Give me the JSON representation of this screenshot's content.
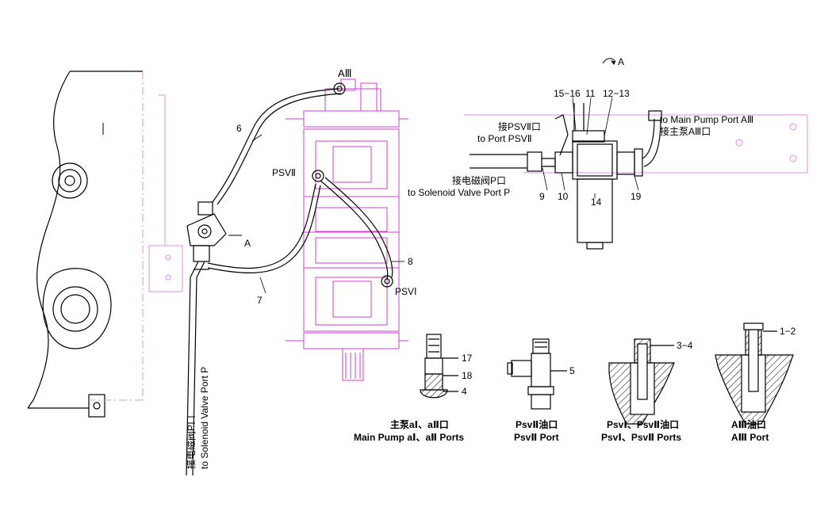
{
  "colors": {
    "pump": "#d63cd6",
    "frame": "#e68ce6",
    "line": "#000000",
    "background": "#ffffff"
  },
  "labels": {
    "port_a3_top": "AⅢ",
    "n6": "6",
    "psv2": "PSVⅡ",
    "view_a": "A",
    "n7": "7",
    "n8": "8",
    "psv1": "PSVⅠ",
    "solenoid_vertical_cn": "接电磁阀P口",
    "solenoid_vertical_en": "to Solenoid Valve Port P",
    "view_a_arrow": "A",
    "n15_16": "15−16",
    "n11": "11",
    "n12_13": "12−13",
    "to_main_pump_en": "to Main Pump Port AⅢ",
    "to_main_pump_cn": "接主泵AⅢ口",
    "to_psv2_cn": "接PSVⅡ口",
    "to_psv2_en": "to Port PSVⅡ",
    "to_solenoid_cn": "接电磁阀P口",
    "to_solenoid_en": "to Solenoid Valve Port P",
    "n9": "9",
    "n10": "10",
    "n14": "14",
    "n19": "19",
    "n17": "17",
    "n18": "18",
    "n4": "4",
    "main_pump_cn": "主泵aⅠ、aⅡ口",
    "main_pump_en": "Main Pump aⅠ、aⅡ Ports",
    "n5": "5",
    "psv2_oil_cn": "PsvⅡ油口",
    "psv2_port_en": "PsvⅡ Port",
    "n3_4": "3−4",
    "psv12_oil_cn": "PsvⅠ、PsvⅡ油口",
    "psv12_ports_en": "PsvⅠ、PsvⅡ Ports",
    "n1_2": "1−2",
    "a3_oil_cn": "AⅢ油口",
    "a3_port_en": "AⅢ Port"
  }
}
